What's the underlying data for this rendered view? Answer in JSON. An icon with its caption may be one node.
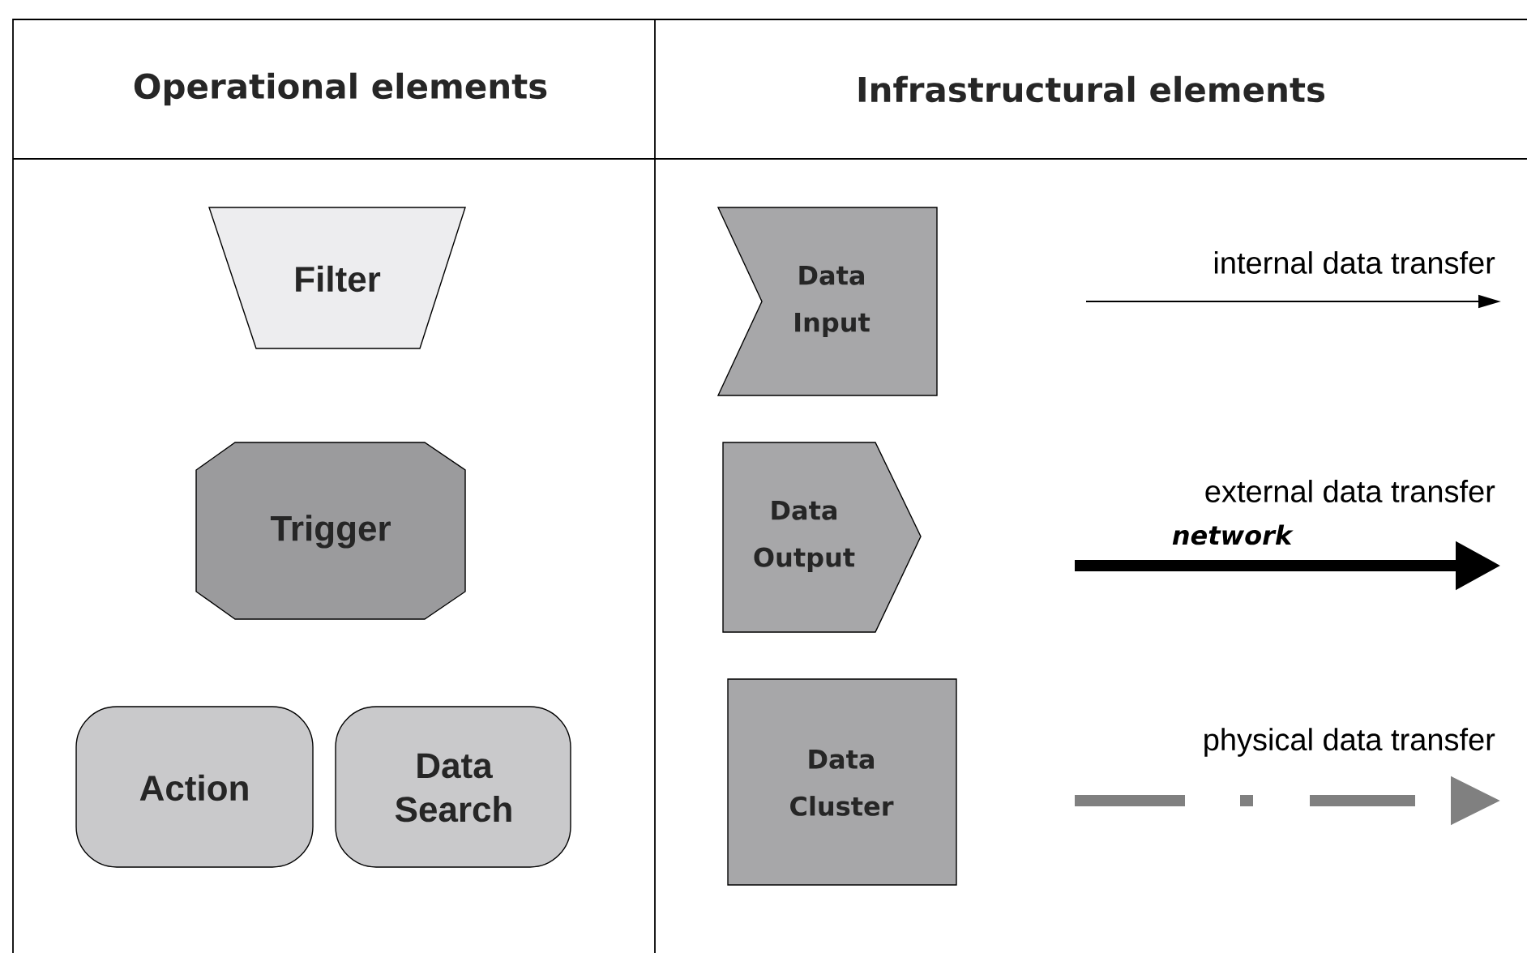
{
  "diagram": {
    "nodes": [
      {
        "text": [
          "Filter"
        ]
      },
      {
        "text": [
          "Trigger"
        ]
      },
      {
        "text": [
          "Action"
        ]
      },
      {
        "text": [
          "Data Search"
        ]
      },
      {
        "text": [
          "Data Input"
        ]
      },
      {
        "text": [
          "Data Output"
        ]
      },
      {
        "text": [
          "Data Cluster"
        ]
      }
    ],
    "labels": [
      "Operational elements",
      "Infrastructural elements",
      "network"
    ],
    "legend": [
      {
        "text": "internal data transfer"
      },
      {
        "text": "external data transfer"
      },
      {
        "text": "physical data transfer"
      }
    ]
  }
}
